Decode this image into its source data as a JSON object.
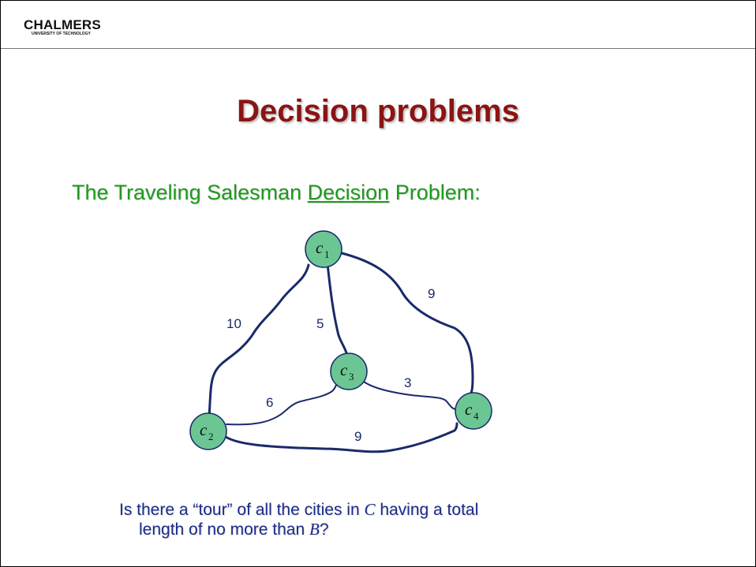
{
  "logo": {
    "name": "CHALMERS",
    "sub": "UNIVERSITY OF TECHNOLOGY"
  },
  "slide": {
    "title": "Decision problems",
    "subtitle_pre": "The Traveling Salesman ",
    "subtitle_underlined": "Decision",
    "subtitle_post": " Problem:"
  },
  "graph": {
    "nodes": [
      {
        "label": "c",
        "sub": "1"
      },
      {
        "label": "c",
        "sub": "2"
      },
      {
        "label": "c",
        "sub": "3"
      },
      {
        "label": "c",
        "sub": "4"
      }
    ],
    "edges": [
      {
        "weight": "10"
      },
      {
        "weight": "5"
      },
      {
        "weight": "9"
      },
      {
        "weight": "6"
      },
      {
        "weight": "3"
      },
      {
        "weight": "9"
      }
    ],
    "node_color": "#6cc693",
    "edge_color": "#1a2a6a"
  },
  "question": {
    "l1_a": "Is there a “tour” of all the cities in ",
    "l1_var": "C",
    "l1_b": " having a total",
    "l2_a": "length of no more than ",
    "l2_var": "B",
    "l2_b": "?"
  },
  "colors": {
    "title": "#8b1414",
    "subtitle": "#1d9a1d",
    "question": "#1a2a8a"
  }
}
